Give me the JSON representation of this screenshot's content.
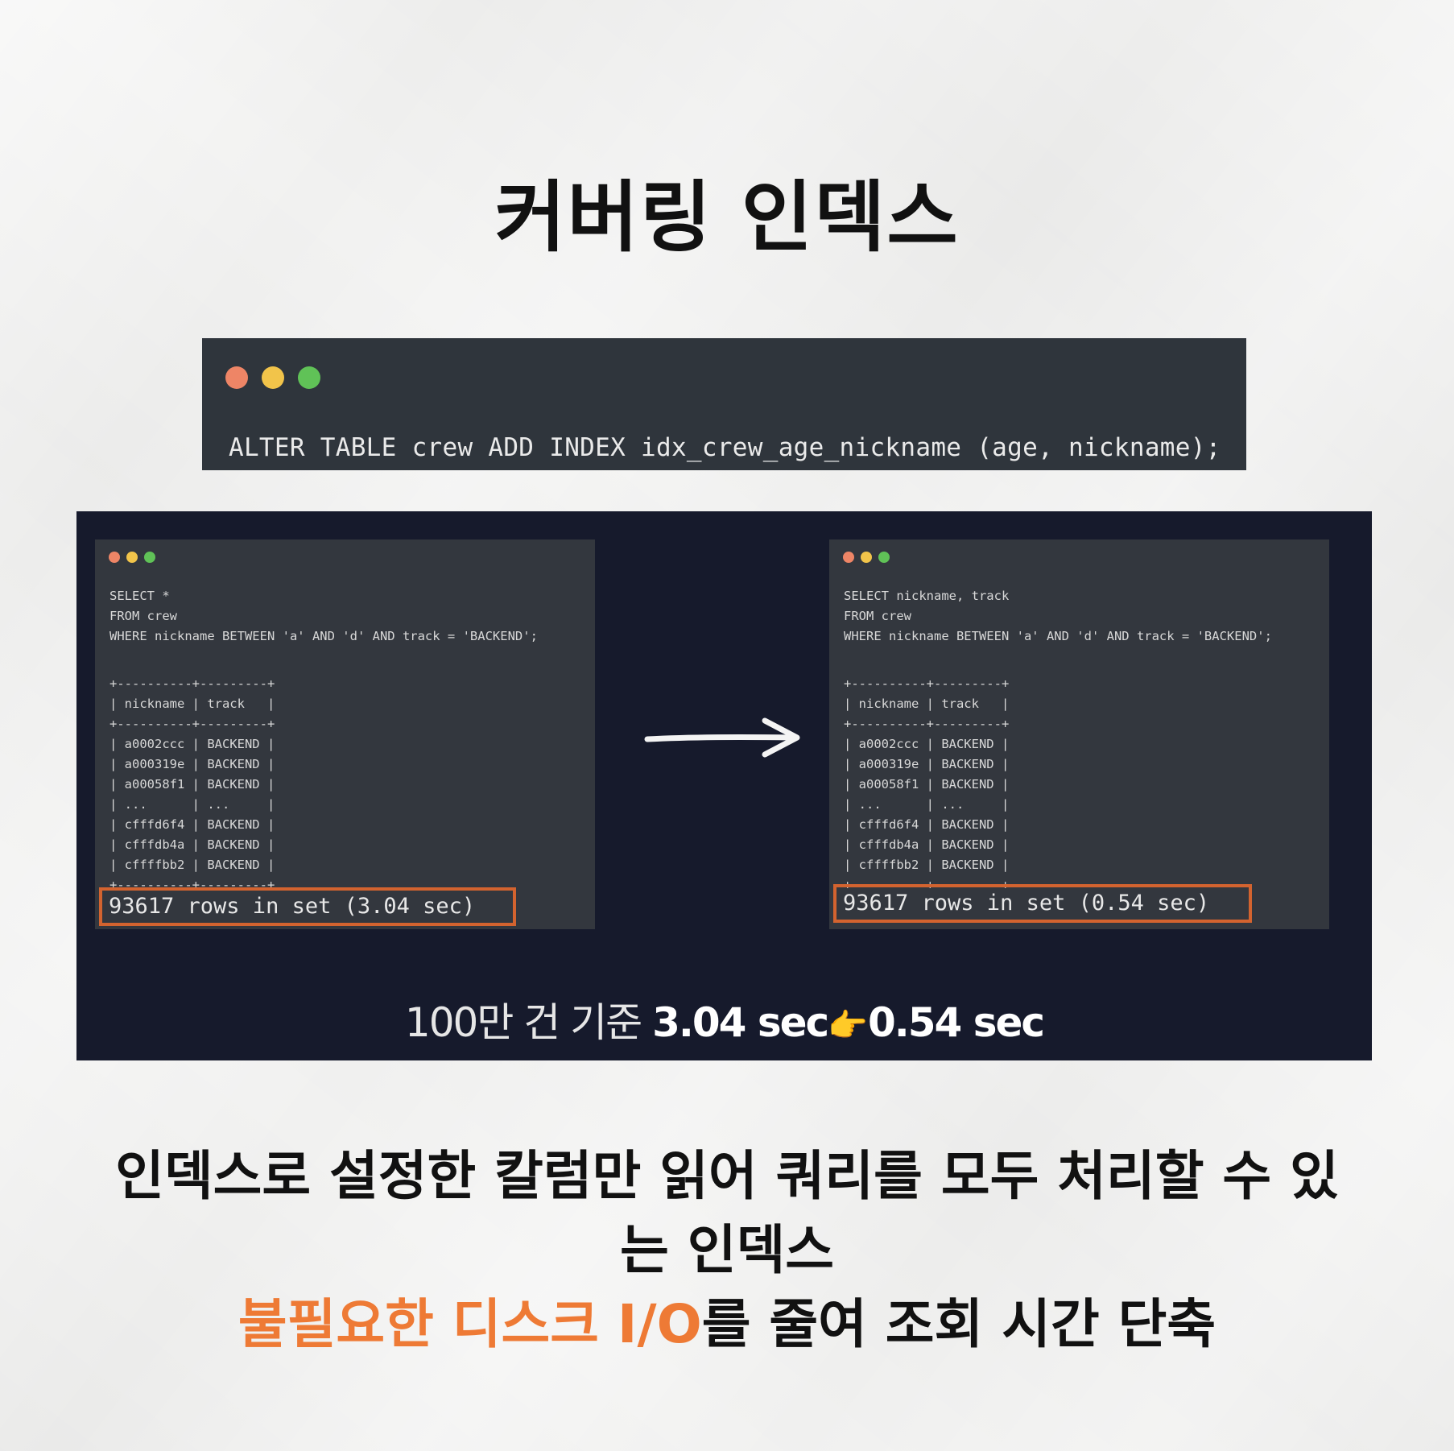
{
  "title": "커버링 인덱스",
  "top_code": {
    "line": "ALTER TABLE crew ADD INDEX idx_crew_age_nickname (age, nickname);"
  },
  "left_terminal": {
    "sql": "SELECT *\nFROM crew\nWHERE nickname BETWEEN 'a' AND 'd' AND track = 'BACKEND';",
    "table": "+----------+---------+\n| nickname | track   |\n+----------+---------+\n| a0002ccc | BACKEND |\n| a000319e | BACKEND |\n| a00058f1 | BACKEND |\n| ...      | ...     |\n| cfffd6f4 | BACKEND |\n| cfffdb4a | BACKEND |\n| cffffbb2 | BACKEND |\n+----------+---------+",
    "result": "93617 rows in set (3.04 sec)"
  },
  "right_terminal": {
    "sql": "SELECT nickname, track\nFROM crew\nWHERE nickname BETWEEN 'a' AND 'd' AND track = 'BACKEND';",
    "table": "+----------+---------+\n| nickname | track   |\n+----------+---------+\n| a0002ccc | BACKEND |\n| a000319e | BACKEND |\n| a00058f1 | BACKEND |\n| ...      | ...     |\n| cfffd6f4 | BACKEND |\n| cfffdb4a | BACKEND |\n| cffffbb2 | BACKEND |\n+----------+---------+",
    "result": "93617 rows in set (0.54 sec)"
  },
  "caption": {
    "prefix": "100만 건 기준",
    "before": "3.04 sec",
    "pointer": "👉",
    "after": "0.54 sec"
  },
  "description": {
    "line1": "인덱스로 설정한 칼럼만 읽어 쿼리를 모두 처리할 수 있",
    "line2": "는 인덱스",
    "highlight": "불필요한 디스크 I/O",
    "line3_rest": "를 줄여 조회 시간 단축"
  },
  "colors": {
    "background": "#f1f1f0",
    "code_bg": "#2f353c",
    "panel_bg": "#161a2c",
    "result_border": "#d3632f",
    "highlight": "#ee7a35",
    "dot_red": "#ee8566",
    "dot_yellow": "#f2c44a",
    "dot_green": "#60c257"
  }
}
